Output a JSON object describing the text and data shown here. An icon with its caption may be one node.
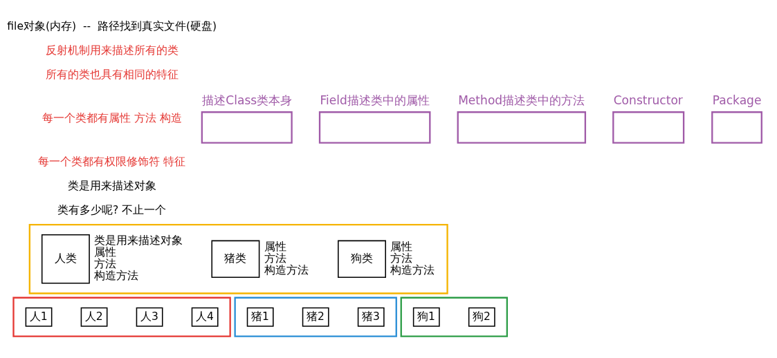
{
  "diagram": {
    "nodes": [
      {
        "text": [
          "描述Class类本身"
        ]
      },
      {
        "text": [
          "Field描述类中的属性"
        ]
      },
      {
        "text": [
          "Method描述类中的方法"
        ]
      },
      {
        "text": [
          "Constructor"
        ]
      },
      {
        "text": [
          "Package"
        ]
      },
      {
        "text": [],
        "shape": "box"
      },
      {
        "text": [
          "人类"
        ],
        "in": 5,
        "beside": [
          "类是用来描述对象",
          "属性",
          "方法",
          "构造方法"
        ]
      },
      {
        "text": [
          "猪类"
        ],
        "in": 5,
        "beside": [
          "属性",
          "方法",
          "构造方法"
        ]
      },
      {
        "text": [
          "狗类"
        ],
        "in": 5,
        "beside": [
          "属性",
          "方法",
          "构造方法"
        ]
      },
      {
        "text": [],
        "shape": "box"
      },
      {
        "text": [
          "人1"
        ],
        "in": 9
      },
      {
        "text": [
          "人2"
        ],
        "in": 9
      },
      {
        "text": [
          "人3"
        ],
        "in": 9
      },
      {
        "text": [
          "人4"
        ],
        "in": 9
      },
      {
        "text": [],
        "shape": "box"
      },
      {
        "text": [
          "猪1"
        ],
        "in": 14
      },
      {
        "text": [
          "猪2"
        ],
        "in": 14
      },
      {
        "text": [
          "猪3"
        ],
        "in": 14
      },
      {
        "text": [],
        "shape": "box"
      },
      {
        "text": [
          "狗1"
        ],
        "in": 18
      },
      {
        "text": [
          "狗2"
        ],
        "in": 18
      }
    ],
    "edges": [],
    "labels": [
      "file对象(内存)  --  路径找到真实文件(硬盘)",
      "反射机制用来描述所有的类",
      "所有的类也具有相同的特征",
      "每一个类都有属性 方法 构造",
      "每一个类都有权限修饰符 特征",
      "类是用来描述对象",
      "类有多少呢? 不止一个"
    ]
  }
}
